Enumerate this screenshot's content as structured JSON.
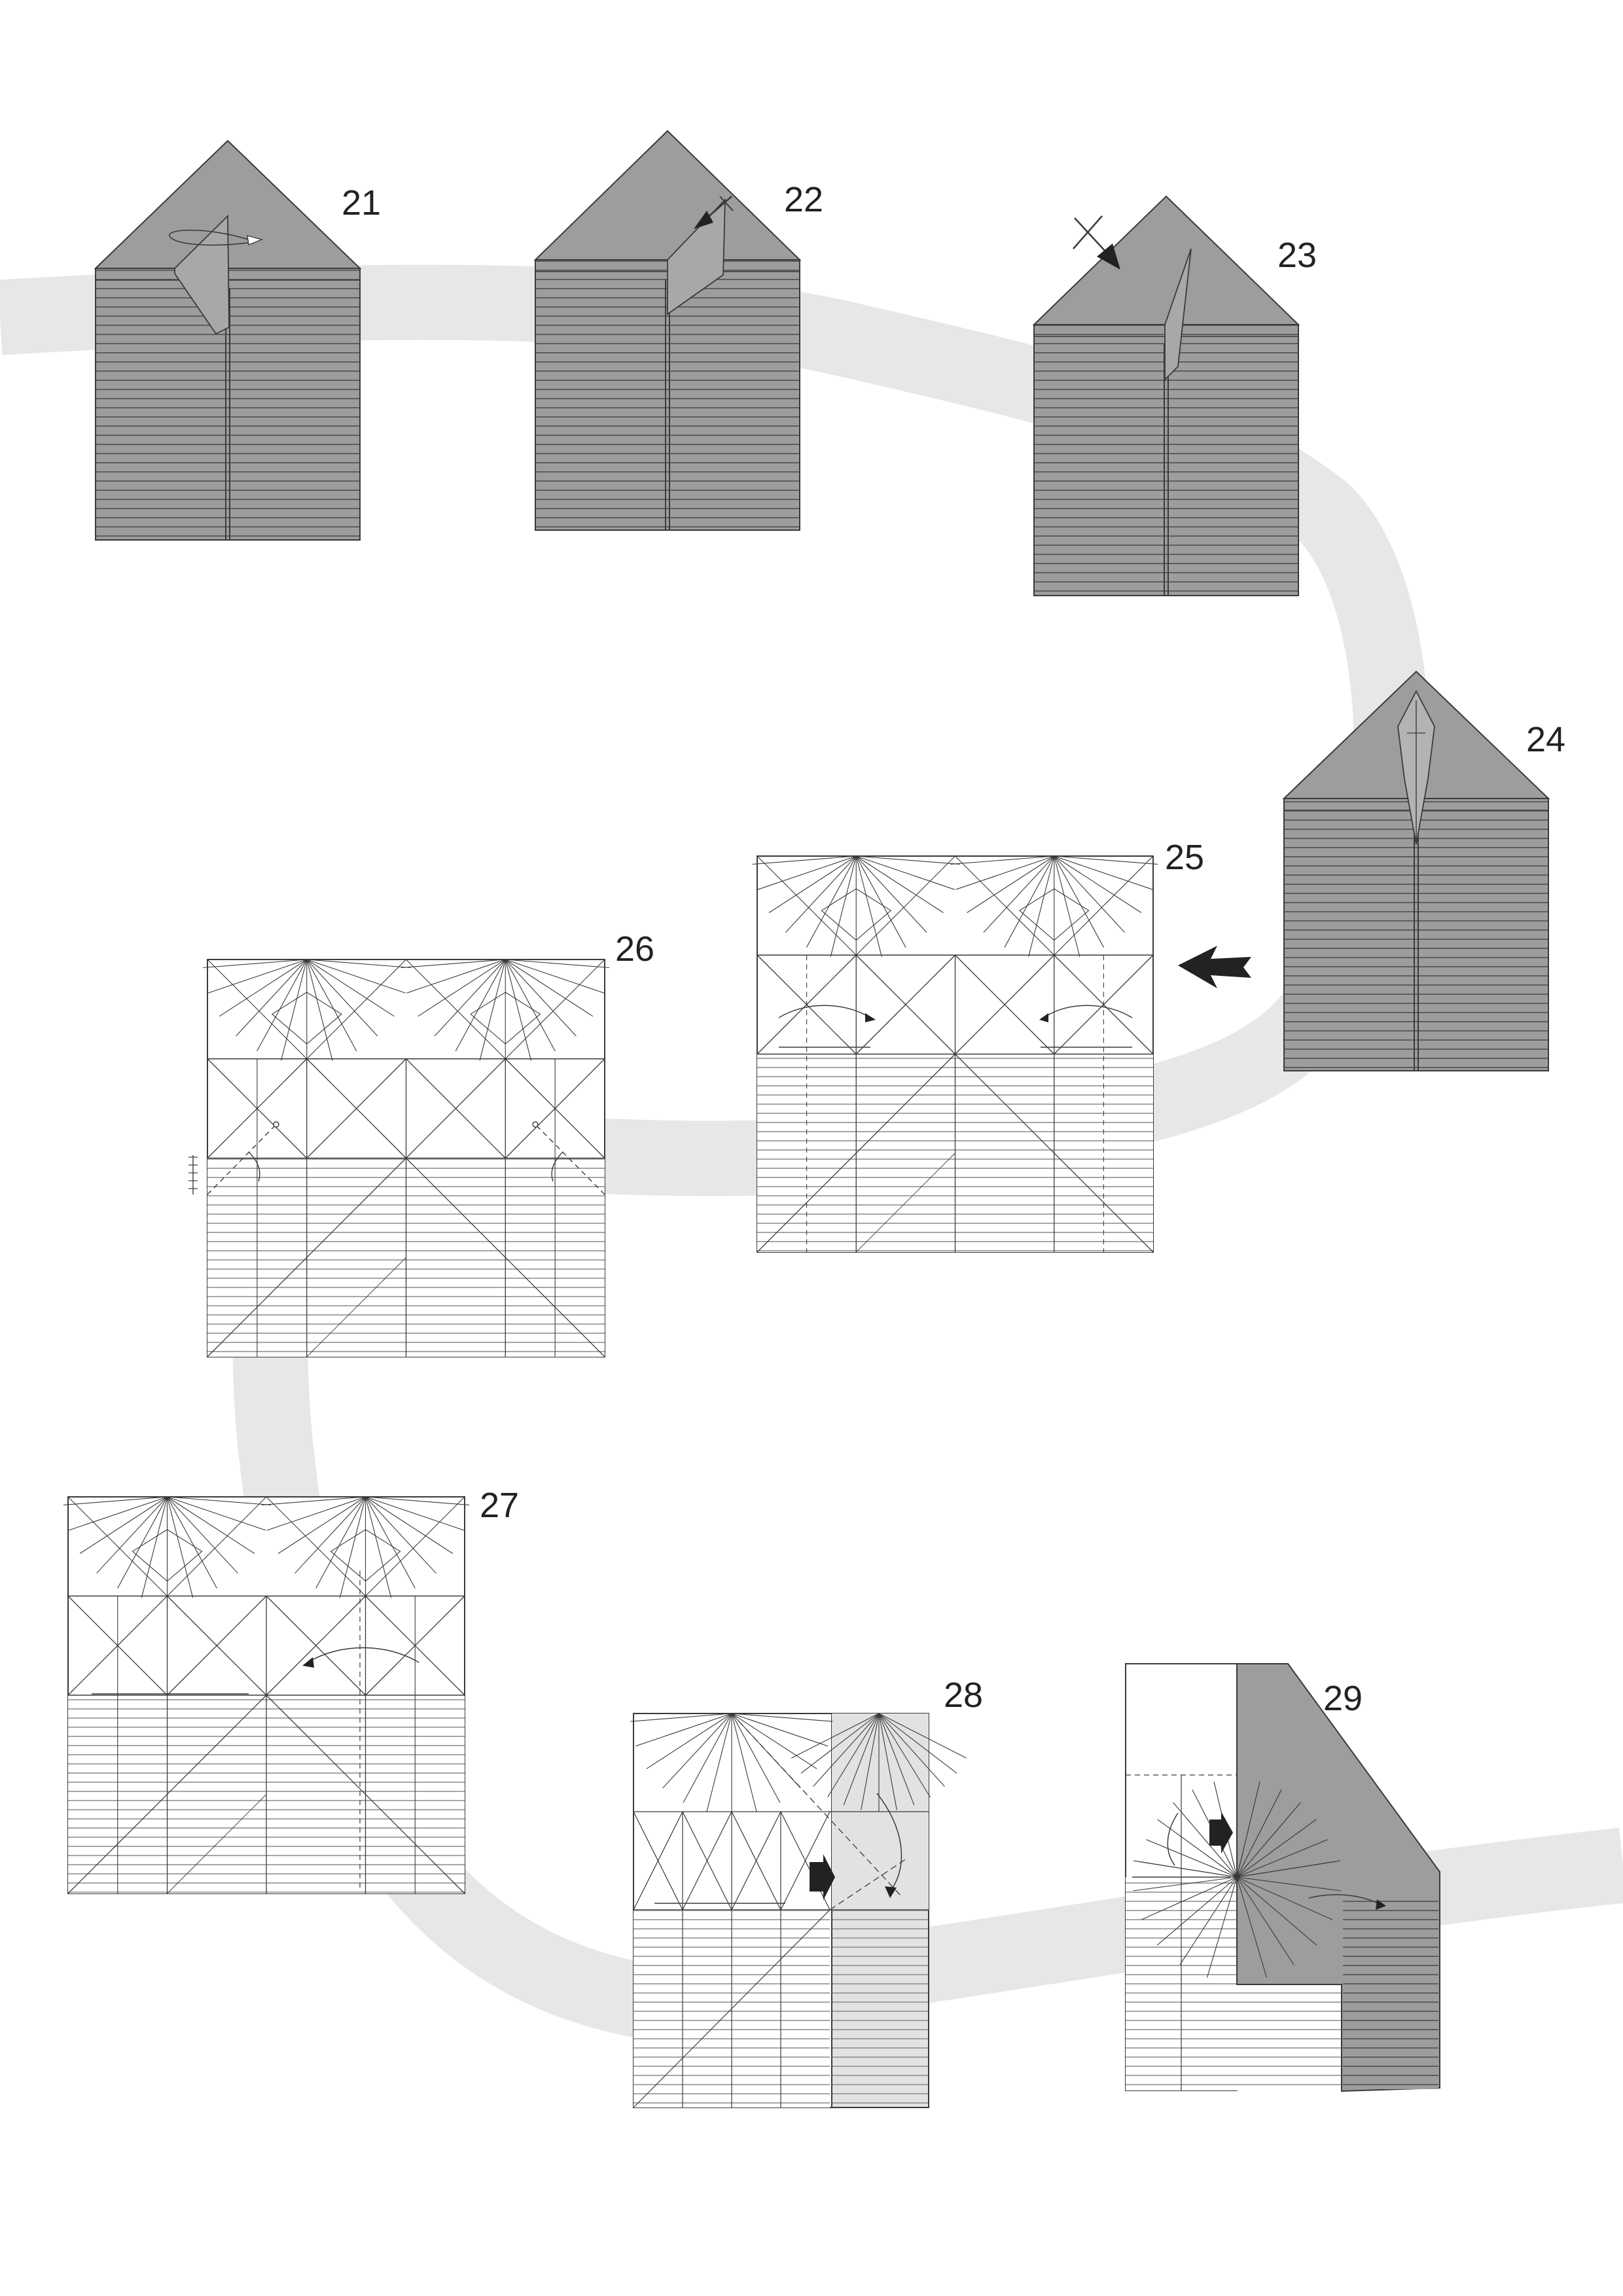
{
  "page": {
    "background": "#ffffff",
    "path_color": "#e6e7e8",
    "model_grey": "#9d9d9d",
    "model_light": "#dcdcdc",
    "line_color": "#3a3a3a"
  },
  "steps": [
    {
      "number": "21",
      "view": "house"
    },
    {
      "number": "22",
      "view": "house"
    },
    {
      "number": "23",
      "view": "house"
    },
    {
      "number": "24",
      "view": "house"
    },
    {
      "number": "25",
      "view": "crease-pattern"
    },
    {
      "number": "26",
      "view": "crease-pattern"
    },
    {
      "number": "27",
      "view": "crease-pattern"
    },
    {
      "number": "28",
      "view": "crease-pattern-partially-folded"
    },
    {
      "number": "29",
      "view": "crease-pattern-folded-flap"
    }
  ]
}
